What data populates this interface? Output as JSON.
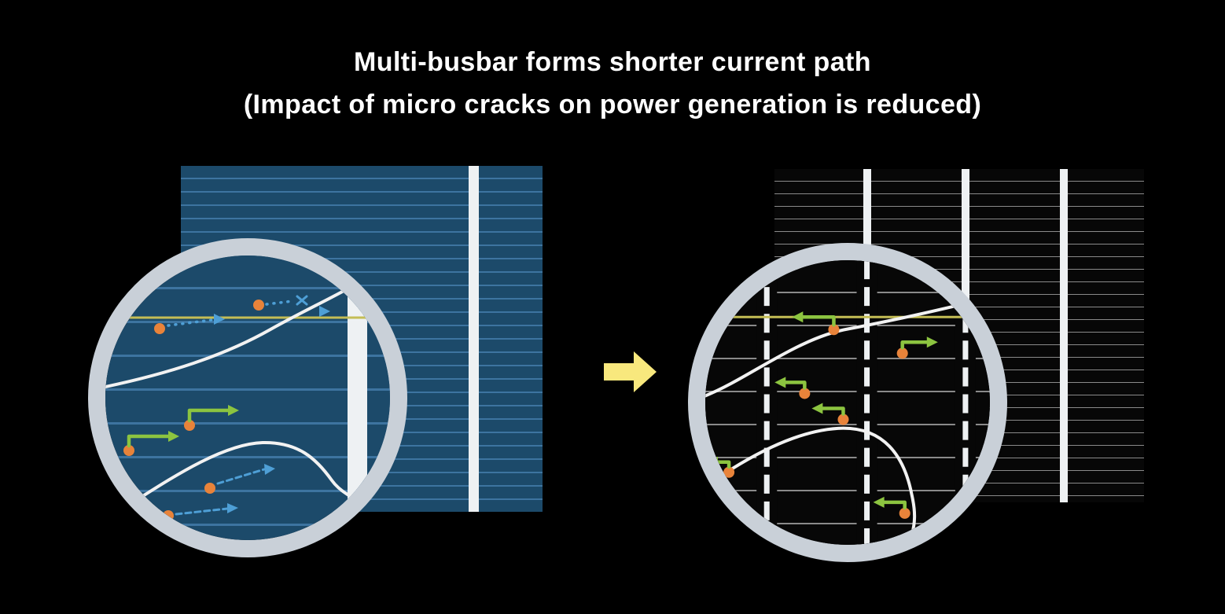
{
  "title": {
    "line1": "Multi-busbar forms shorter current path",
    "line2": "(Impact of micro cracks on power generation is reduced)"
  },
  "colors": {
    "background": "#000000",
    "title_text": "#ffffff",
    "cell_blue": "#1c4a6a",
    "cell_blue_line": "#3d74a0",
    "cell_black": "#070707",
    "cell_black_line": "#8a8a8a",
    "busbar": "#eef1f3",
    "ring": "#c9d0d8",
    "arrow_yellow": "#f8e87d",
    "dot_orange": "#e8833a",
    "path_blue": "#4e9fd6",
    "path_green": "#8cc440",
    "crack": "#f2f2f2",
    "finger_highlight": "#c4bd55"
  },
  "icons": {
    "transition_arrow": "block-arrow-right",
    "left_magnifier": "magnifier-circle",
    "right_magnifier": "magnifier-circle"
  }
}
